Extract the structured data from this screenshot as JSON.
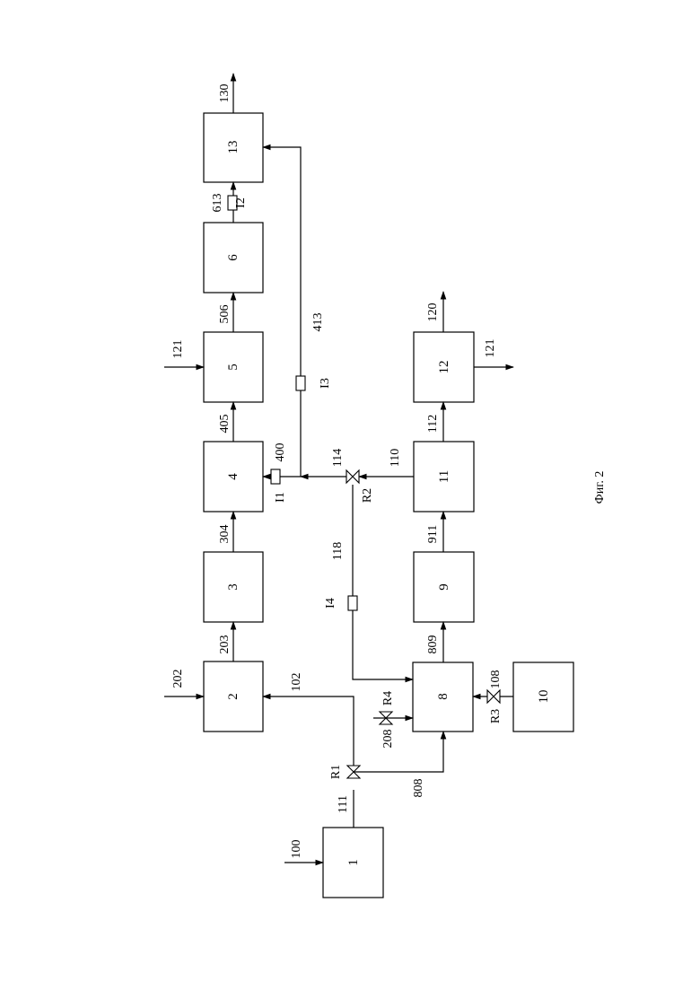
{
  "blocks": [
    {
      "id": "b1",
      "label": "1"
    },
    {
      "id": "b2",
      "label": "2"
    },
    {
      "id": "b3",
      "label": "3"
    },
    {
      "id": "b4",
      "label": "4"
    },
    {
      "id": "b5",
      "label": "5"
    },
    {
      "id": "b6",
      "label": "6"
    },
    {
      "id": "b13",
      "label": "13"
    },
    {
      "id": "b8",
      "label": "8"
    },
    {
      "id": "b9",
      "label": "9"
    },
    {
      "id": "b11",
      "label": "11"
    },
    {
      "id": "b12",
      "label": "12"
    },
    {
      "id": "b10",
      "label": "10"
    }
  ],
  "streams": {
    "s100": "100",
    "s111": "111",
    "s102": "102",
    "s202": "202",
    "s203": "203",
    "s304": "304",
    "s400": "400",
    "s405": "405",
    "s121a": "121",
    "s506": "506",
    "s613": "613",
    "s130": "130",
    "s413": "413",
    "s114": "114",
    "s118": "118",
    "s110": "110",
    "s112": "112",
    "s120": "120",
    "s121b": "121",
    "s911": "911",
    "s809": "809",
    "s808": "808",
    "s208": "208",
    "s108": "108"
  },
  "valves": {
    "r1": "R1",
    "r2": "R2",
    "r3": "R3",
    "r4": "R4"
  },
  "indicators": {
    "i1": "I1",
    "i2": "I2",
    "i3": "I3",
    "i4": "I4"
  },
  "caption": "Фиг. 2"
}
